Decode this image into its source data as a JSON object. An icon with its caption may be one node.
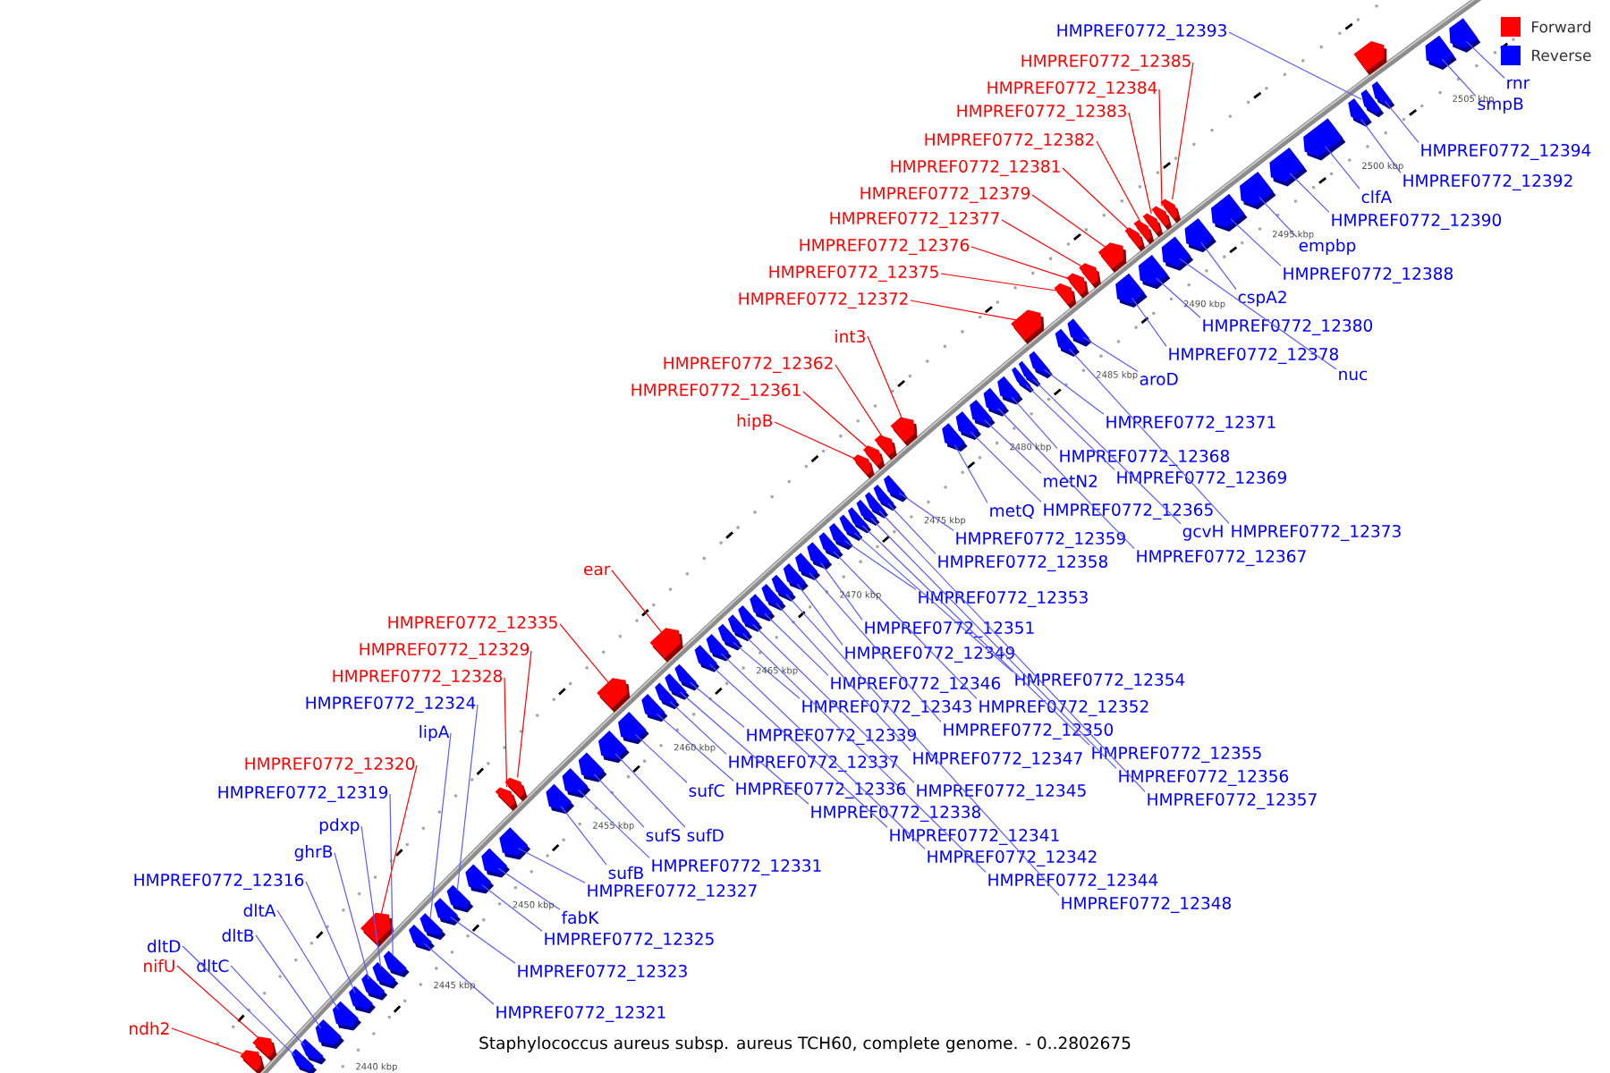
{
  "diagram": {
    "caption": "Staphylococcus aureus subsp. aureus TCH60, complete genome. - 0..2802675",
    "nodes": [
      {
        "text": [
          "HMPREF0772_12393"
        ]
      },
      {
        "text": [
          "HMPREF0772_12385"
        ]
      },
      {
        "text": [
          "rnr"
        ]
      },
      {
        "text": [
          "HMPREF0772_12384"
        ]
      },
      {
        "text": [
          "smpB"
        ]
      },
      {
        "text": [
          "HMPREF0772_12383"
        ]
      },
      {
        "text": [
          "HMPREF0772_12382"
        ]
      },
      {
        "text": [
          "HMPREF0772_12394"
        ]
      },
      {
        "text": [
          "HMPREF0772_12381"
        ]
      },
      {
        "text": [
          "HMPREF0772_12392"
        ]
      },
      {
        "text": [
          "HMPREF0772_12379"
        ]
      },
      {
        "text": [
          "clfA"
        ]
      },
      {
        "text": [
          "HMPREF0772_12377"
        ]
      },
      {
        "text": [
          "HMPREF0772_12390"
        ]
      },
      {
        "text": [
          "HMPREF0772_12376"
        ]
      },
      {
        "text": [
          "empbp"
        ]
      },
      {
        "text": [
          "HMPREF0772_12375"
        ]
      },
      {
        "text": [
          "HMPREF0772_12388"
        ]
      },
      {
        "text": [
          "cspA2"
        ]
      },
      {
        "text": [
          "HMPREF0772_12372"
        ]
      },
      {
        "text": [
          "HMPREF0772_12380"
        ]
      },
      {
        "text": [
          "int3"
        ]
      },
      {
        "text": [
          "HMPREF0772_12378"
        ]
      },
      {
        "text": [
          "HMPREF0772_12362"
        ]
      },
      {
        "text": [
          "nuc"
        ]
      },
      {
        "text": [
          "aroD"
        ]
      },
      {
        "text": [
          "HMPREF0772_12361"
        ]
      },
      {
        "text": [
          "hipB"
        ]
      },
      {
        "text": [
          "HMPREF0772_12371"
        ]
      },
      {
        "text": [
          "HMPREF0772_12368"
        ]
      },
      {
        "text": [
          "HMPREF0772_12369"
        ]
      },
      {
        "text": [
          "metN2"
        ]
      },
      {
        "text": [
          "metQ"
        ]
      },
      {
        "text": [
          "HMPREF0772_12365"
        ]
      },
      {
        "text": [
          "gcvH"
        ]
      },
      {
        "text": [
          "HMPREF0772_12373"
        ]
      },
      {
        "text": [
          "HMPREF0772_12359"
        ]
      },
      {
        "text": [
          "HMPREF0772_12367"
        ]
      },
      {
        "text": [
          "HMPREF0772_12358"
        ]
      },
      {
        "text": [
          "ear"
        ]
      },
      {
        "text": [
          "HMPREF0772_12353"
        ]
      },
      {
        "text": [
          "HMPREF0772_12335"
        ]
      },
      {
        "text": [
          "HMPREF0772_12351"
        ]
      },
      {
        "text": [
          "HMPREF0772_12329"
        ]
      },
      {
        "text": [
          "HMPREF0772_12349"
        ]
      },
      {
        "text": [
          "HMPREF0772_12328"
        ]
      },
      {
        "text": [
          "HMPREF0772_12354"
        ]
      },
      {
        "text": [
          "HMPREF0772_12346"
        ]
      },
      {
        "text": [
          "HMPREF0772_12324"
        ]
      },
      {
        "text": [
          "HMPREF0772_12343"
        ]
      },
      {
        "text": [
          "HMPREF0772_12352"
        ]
      },
      {
        "text": [
          "HMPREF0772_12350"
        ]
      },
      {
        "text": [
          "lipA"
        ]
      },
      {
        "text": [
          "HMPREF0772_12339"
        ]
      },
      {
        "text": [
          "HMPREF0772_12355"
        ]
      },
      {
        "text": [
          "HMPREF0772_12347"
        ]
      },
      {
        "text": [
          "HMPREF0772_12337"
        ]
      },
      {
        "text": [
          "HMPREF0772_12320"
        ]
      },
      {
        "text": [
          "HMPREF0772_12356"
        ]
      },
      {
        "text": [
          "sufC"
        ]
      },
      {
        "text": [
          "HMPREF0772_12336"
        ]
      },
      {
        "text": [
          "HMPREF0772_12345"
        ]
      },
      {
        "text": [
          "HMPREF0772_12319"
        ]
      },
      {
        "text": [
          "HMPREF0772_12357"
        ]
      },
      {
        "text": [
          "HMPREF0772_12338"
        ]
      },
      {
        "text": [
          "pdxp"
        ]
      },
      {
        "text": [
          "sufS"
        ]
      },
      {
        "text": [
          "sufD"
        ]
      },
      {
        "text": [
          "HMPREF0772_12341"
        ]
      },
      {
        "text": [
          "ghrB"
        ]
      },
      {
        "text": [
          "HMPREF0772_12342"
        ]
      },
      {
        "text": [
          "HMPREF0772_12331"
        ]
      },
      {
        "text": [
          "sufB"
        ]
      },
      {
        "text": [
          "HMPREF0772_12316"
        ]
      },
      {
        "text": [
          "HMPREF0772_12344"
        ]
      },
      {
        "text": [
          "HMPREF0772_12327"
        ]
      },
      {
        "text": [
          "HMPREF0772_12348"
        ]
      },
      {
        "text": [
          "dltA"
        ]
      },
      {
        "text": [
          "fabK"
        ]
      },
      {
        "text": [
          "dltB"
        ]
      },
      {
        "text": [
          "HMPREF0772_12325"
        ]
      },
      {
        "text": [
          "dltD"
        ]
      },
      {
        "text": [
          "nifU"
        ]
      },
      {
        "text": [
          "dltC"
        ]
      },
      {
        "text": [
          "HMPREF0772_12323"
        ]
      },
      {
        "text": [
          "HMPREF0772_12321"
        ]
      },
      {
        "text": [
          "ndh2"
        ]
      },
      {
        "text": [],
        "shape": "block"
      },
      {
        "text": [],
        "shape": "block"
      },
      {
        "text": [],
        "shape": "block"
      },
      {
        "text": [],
        "shape": "block"
      },
      {
        "text": [],
        "shape": "block"
      },
      {
        "text": [],
        "shape": "block"
      },
      {
        "text": [],
        "shape": "block"
      },
      {
        "text": [],
        "shape": "block"
      },
      {
        "text": [],
        "shape": "block"
      },
      {
        "text": [],
        "shape": "block"
      },
      {
        "text": [],
        "shape": "block"
      },
      {
        "text": [],
        "shape": "block"
      },
      {
        "text": [],
        "shape": "block"
      },
      {
        "text": [],
        "shape": "block"
      },
      {
        "text": [],
        "shape": "block"
      },
      {
        "text": [],
        "shape": "block"
      },
      {
        "text": [],
        "shape": "block"
      },
      {
        "text": [],
        "shape": "block"
      },
      {
        "text": [],
        "shape": "block"
      },
      {
        "text": [],
        "shape": "block"
      },
      {
        "text": [],
        "shape": "block"
      },
      {
        "text": [],
        "shape": "block"
      },
      {
        "text": [],
        "shape": "block"
      },
      {
        "text": [],
        "shape": "block"
      },
      {
        "text": [],
        "shape": "block"
      },
      {
        "text": [],
        "shape": "block"
      },
      {
        "text": [],
        "shape": "block"
      },
      {
        "text": [],
        "shape": "block"
      },
      {
        "text": [],
        "shape": "block"
      },
      {
        "text": [],
        "shape": "block"
      },
      {
        "text": [],
        "shape": "block"
      },
      {
        "text": [],
        "shape": "block"
      },
      {
        "text": [],
        "shape": "block"
      },
      {
        "text": [],
        "shape": "block"
      },
      {
        "text": [],
        "shape": "block"
      },
      {
        "text": [],
        "shape": "block"
      },
      {
        "text": [],
        "shape": "block"
      },
      {
        "text": [],
        "shape": "block"
      },
      {
        "text": [],
        "shape": "block"
      },
      {
        "text": [],
        "shape": "block"
      },
      {
        "text": [],
        "shape": "block"
      },
      {
        "text": [],
        "shape": "block"
      },
      {
        "text": [],
        "shape": "block"
      },
      {
        "text": [],
        "shape": "block"
      },
      {
        "text": [],
        "shape": "block"
      },
      {
        "text": [],
        "shape": "block"
      },
      {
        "text": [],
        "shape": "block"
      },
      {
        "text": [],
        "shape": "block"
      },
      {
        "text": [],
        "shape": "block"
      },
      {
        "text": [],
        "shape": "block"
      },
      {
        "text": [],
        "shape": "block"
      },
      {
        "text": [],
        "shape": "block"
      },
      {
        "text": [],
        "shape": "block"
      },
      {
        "text": [],
        "shape": "block"
      },
      {
        "text": [],
        "shape": "block"
      },
      {
        "text": [],
        "shape": "block"
      },
      {
        "text": [],
        "shape": "block"
      },
      {
        "text": [],
        "shape": "block"
      },
      {
        "text": [],
        "shape": "block"
      },
      {
        "text": [],
        "shape": "block"
      },
      {
        "text": [],
        "shape": "block"
      },
      {
        "text": [],
        "shape": "block"
      },
      {
        "text": [],
        "shape": "block"
      },
      {
        "text": [],
        "shape": "block"
      },
      {
        "text": [],
        "shape": "block"
      },
      {
        "text": [],
        "shape": "block"
      },
      {
        "text": [],
        "shape": "block"
      },
      {
        "text": [],
        "shape": "block"
      },
      {
        "text": [],
        "shape": "block"
      },
      {
        "text": [],
        "shape": "block"
      },
      {
        "text": [],
        "shape": "block"
      },
      {
        "text": [],
        "shape": "block"
      },
      {
        "text": [],
        "shape": "block"
      },
      {
        "text": [],
        "shape": "block"
      },
      {
        "text": [],
        "shape": "block"
      },
      {
        "text": [],
        "shape": "block"
      },
      {
        "text": [],
        "shape": "block"
      },
      {
        "text": [],
        "shape": "block"
      },
      {
        "text": [],
        "shape": "block"
      },
      {
        "text": [],
        "shape": "block"
      },
      {
        "text": [],
        "shape": "block"
      },
      {
        "text": [],
        "shape": "block"
      },
      {
        "text": [],
        "shape": "block"
      },
      {
        "text": [],
        "shape": "block"
      },
      {
        "text": [],
        "shape": "block"
      },
      {
        "text": [],
        "shape": "block"
      },
      {
        "text": [],
        "shape": "block"
      },
      {
        "text": [],
        "shape": "block"
      }
    ],
    "edges": [
      {
        "from": 0,
        "to": 170,
        "arrow": "none"
      },
      {
        "from": 1,
        "to": 163,
        "arrow": "none",
        "color": "#ff0000"
      },
      {
        "from": 2,
        "to": 173,
        "arrow": "none"
      },
      {
        "from": 3,
        "to": 162,
        "arrow": "none",
        "color": "#ff0000"
      },
      {
        "from": 4,
        "to": 172,
        "arrow": "none"
      },
      {
        "from": 5,
        "to": 161,
        "arrow": "none",
        "color": "#ff0000"
      },
      {
        "from": 6,
        "to": 159,
        "arrow": "none",
        "color": "#ff0000"
      },
      {
        "from": 7,
        "to": 171,
        "arrow": "none"
      },
      {
        "from": 8,
        "to": 158,
        "arrow": "none",
        "color": "#ff0000"
      },
      {
        "from": 9,
        "to": 169,
        "arrow": "none"
      },
      {
        "from": 10,
        "to": 156,
        "arrow": "none",
        "color": "#ff0000"
      },
      {
        "from": 11,
        "to": 168,
        "arrow": "none"
      },
      {
        "from": 12,
        "to": 154,
        "arrow": "none",
        "color": "#ff0000"
      },
      {
        "from": 13,
        "to": 167,
        "arrow": "none"
      },
      {
        "from": 14,
        "to": 153,
        "arrow": "none",
        "color": "#ff0000"
      },
      {
        "from": 15,
        "to": 166,
        "arrow": "none"
      },
      {
        "from": 16,
        "to": 152,
        "arrow": "none",
        "color": "#ff0000"
      },
      {
        "from": 17,
        "to": 165,
        "arrow": "none"
      },
      {
        "from": 18,
        "to": 164,
        "arrow": "none"
      },
      {
        "from": 19,
        "to": 149,
        "arrow": "none",
        "color": "#ff0000"
      },
      {
        "from": 20,
        "to": 157,
        "arrow": "none"
      },
      {
        "from": 21,
        "to": 140,
        "arrow": "none",
        "color": "#ff0000"
      },
      {
        "from": 22,
        "to": 155,
        "arrow": "none"
      },
      {
        "from": 23,
        "to": 139,
        "arrow": "none",
        "color": "#ff0000"
      },
      {
        "from": 24,
        "to": 160,
        "arrow": "none"
      },
      {
        "from": 25,
        "to": 151,
        "arrow": "none"
      },
      {
        "from": 26,
        "to": 138,
        "arrow": "none",
        "color": "#ff0000"
      },
      {
        "from": 27,
        "to": 136,
        "arrow": "none",
        "color": "#ff0000"
      },
      {
        "from": 28,
        "to": 148,
        "arrow": "none"
      },
      {
        "from": 29,
        "to": 145,
        "arrow": "none"
      },
      {
        "from": 30,
        "to": 146,
        "arrow": "none"
      },
      {
        "from": 31,
        "to": 143,
        "arrow": "none"
      },
      {
        "from": 32,
        "to": 141,
        "arrow": "none"
      },
      {
        "from": 33,
        "to": 142,
        "arrow": "none"
      },
      {
        "from": 34,
        "to": 147,
        "arrow": "none"
      },
      {
        "from": 35,
        "to": 150,
        "arrow": "none"
      },
      {
        "from": 36,
        "to": 137,
        "arrow": "none"
      },
      {
        "from": 37,
        "to": 144,
        "arrow": "none"
      },
      {
        "from": 38,
        "to": 135,
        "arrow": "none"
      },
      {
        "from": 39,
        "to": 117,
        "arrow": "none",
        "color": "#ff0000"
      },
      {
        "from": 40,
        "to": 130,
        "arrow": "none"
      },
      {
        "from": 41,
        "to": 112,
        "arrow": "none",
        "color": "#ff0000"
      },
      {
        "from": 42,
        "to": 128,
        "arrow": "none"
      },
      {
        "from": 43,
        "to": 106,
        "arrow": "none",
        "color": "#ff0000"
      },
      {
        "from": 44,
        "to": 126,
        "arrow": "none"
      },
      {
        "from": 45,
        "to": 105,
        "arrow": "none",
        "color": "#ff0000"
      },
      {
        "from": 46,
        "to": 131,
        "arrow": "none"
      },
      {
        "from": 47,
        "to": 123,
        "arrow": "none"
      },
      {
        "from": 48,
        "to": 101,
        "arrow": "none"
      },
      {
        "from": 49,
        "to": 120,
        "arrow": "none"
      },
      {
        "from": 50,
        "to": 129,
        "arrow": "none"
      },
      {
        "from": 51,
        "to": 127,
        "arrow": "none"
      },
      {
        "from": 52,
        "to": 99,
        "arrow": "none"
      },
      {
        "from": 53,
        "to": 116,
        "arrow": "none"
      },
      {
        "from": 54,
        "to": 132,
        "arrow": "none"
      },
      {
        "from": 55,
        "to": 124,
        "arrow": "none"
      },
      {
        "from": 56,
        "to": 114,
        "arrow": "none"
      },
      {
        "from": 57,
        "to": 97,
        "arrow": "none",
        "color": "#ff0000"
      },
      {
        "from": 58,
        "to": 133,
        "arrow": "none"
      },
      {
        "from": 59,
        "to": 111,
        "arrow": "none"
      },
      {
        "from": 60,
        "to": 113,
        "arrow": "none"
      },
      {
        "from": 61,
        "to": 122,
        "arrow": "none"
      },
      {
        "from": 62,
        "to": 96,
        "arrow": "none"
      },
      {
        "from": 63,
        "to": 134,
        "arrow": "none"
      },
      {
        "from": 64,
        "to": 115,
        "arrow": "none"
      },
      {
        "from": 65,
        "to": 95,
        "arrow": "none"
      },
      {
        "from": 66,
        "to": 109,
        "arrow": "none"
      },
      {
        "from": 67,
        "to": 110,
        "arrow": "none"
      },
      {
        "from": 68,
        "to": 118,
        "arrow": "none"
      },
      {
        "from": 69,
        "to": 94,
        "arrow": "none"
      },
      {
        "from": 70,
        "to": 119,
        "arrow": "none"
      },
      {
        "from": 71,
        "to": 108,
        "arrow": "none"
      },
      {
        "from": 72,
        "to": 107,
        "arrow": "none"
      },
      {
        "from": 73,
        "to": 93,
        "arrow": "none"
      },
      {
        "from": 74,
        "to": 121,
        "arrow": "none"
      },
      {
        "from": 75,
        "to": 104,
        "arrow": "none"
      },
      {
        "from": 76,
        "to": 125,
        "arrow": "none"
      },
      {
        "from": 77,
        "to": 92,
        "arrow": "none"
      },
      {
        "from": 78,
        "to": 103,
        "arrow": "none"
      },
      {
        "from": 79,
        "to": 91,
        "arrow": "none"
      },
      {
        "from": 80,
        "to": 102,
        "arrow": "none"
      },
      {
        "from": 81,
        "to": 89,
        "arrow": "none"
      },
      {
        "from": 82,
        "to": 88,
        "arrow": "none",
        "color": "#ff0000"
      },
      {
        "from": 83,
        "to": 90,
        "arrow": "none"
      },
      {
        "from": 84,
        "to": 100,
        "arrow": "none"
      },
      {
        "from": 85,
        "to": 98,
        "arrow": "none"
      },
      {
        "from": 86,
        "to": 87,
        "arrow": "none",
        "color": "#ff0000"
      }
    ],
    "labels": [
      "2440 kbp",
      "2445 kbp",
      "2450 kbp",
      "2455 kbp",
      "2460 kbp",
      "2465 kbp",
      "2470 kbp",
      "2475 kbp",
      "2480 kbp",
      "2485 kbp",
      "2490 kbp",
      "2495 kbp",
      "2500 kbp",
      "2505 kbp"
    ],
    "legend": [
      {
        "text": "Forward",
        "color": "#ff0000"
      },
      {
        "text": "Reverse",
        "color": "#0000ff"
      }
    ]
  }
}
